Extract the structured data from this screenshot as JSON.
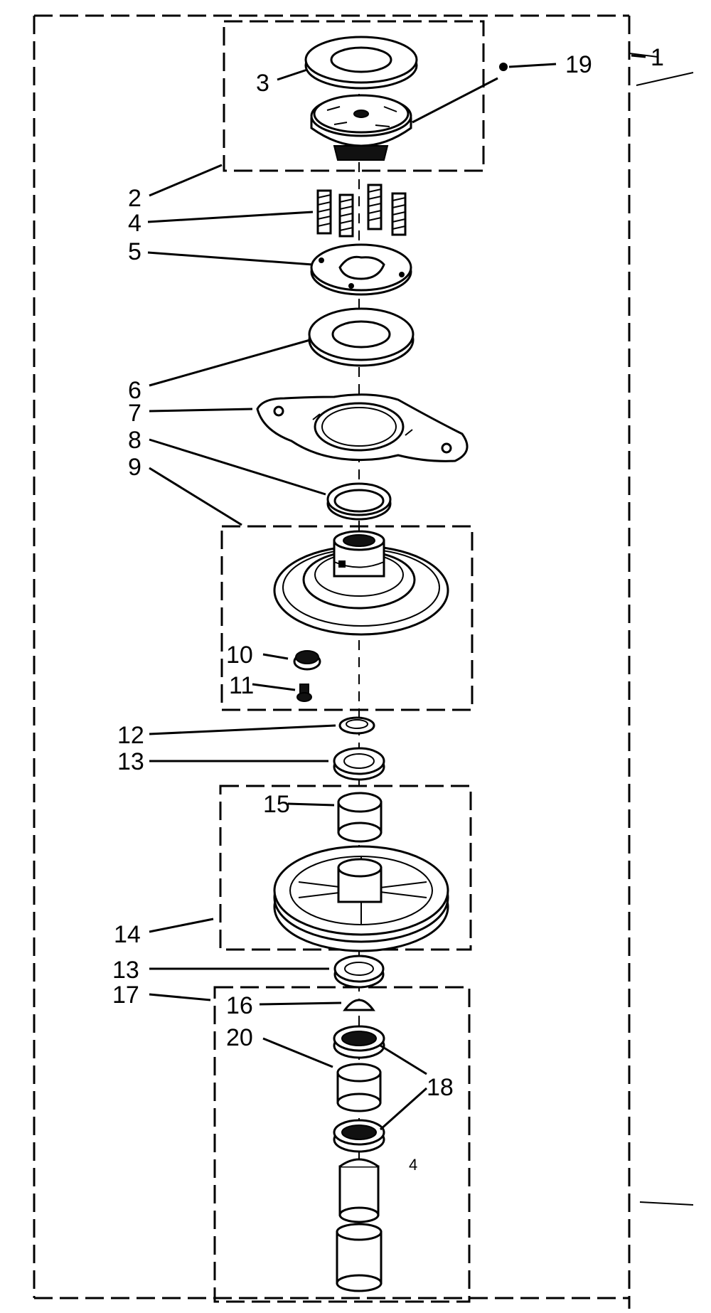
{
  "labels": {
    "p1": "1",
    "p2": "2",
    "p3": "3",
    "p4a": "4",
    "p4b": "4",
    "p5": "5",
    "p6": "6",
    "p7": "7",
    "p8": "8",
    "p9": "9",
    "p10": "10",
    "p11": "11",
    "p12": "12",
    "p13a": "13",
    "p13b": "13",
    "p14": "14",
    "p15": "15",
    "p16": "16",
    "p17": "17",
    "p18": "18",
    "p19": "19",
    "p20": "20"
  }
}
